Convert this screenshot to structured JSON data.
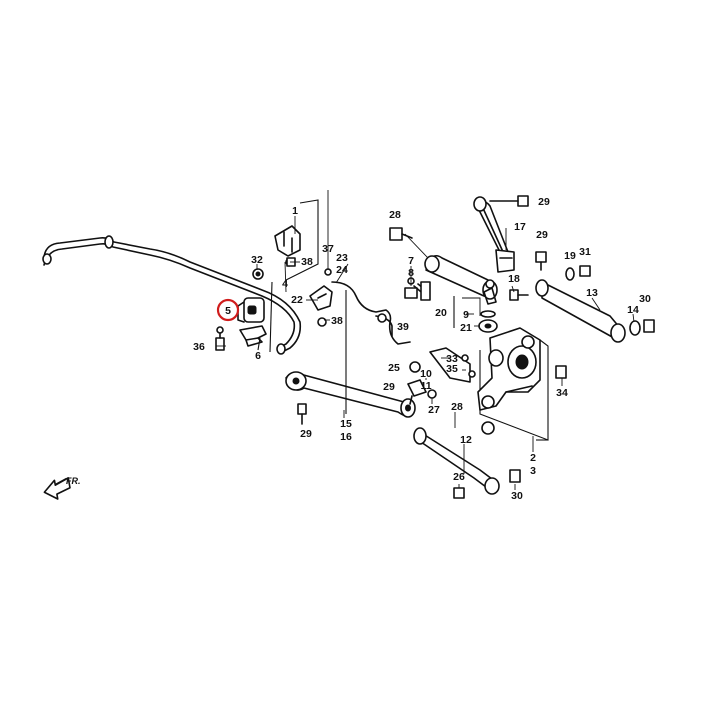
{
  "diagram": {
    "highlight_color": "#d01c1c",
    "line_color": "#111111",
    "direction_label": "FR.",
    "callouts": {
      "c1": "1",
      "c2": "2",
      "c3": "3",
      "c4": "4",
      "c5": "5",
      "c6": "6",
      "c7": "7",
      "c8": "8",
      "c9": "9",
      "c10": "10",
      "c11": "11",
      "c12": "12",
      "c13": "13",
      "c14": "14",
      "c15": "15",
      "c16": "16",
      "c17": "17",
      "c18": "18",
      "c19": "19",
      "c20": "20",
      "c21": "21",
      "c22": "22",
      "c23": "23",
      "c24": "24",
      "c25": "25",
      "c26": "26",
      "c27": "27",
      "c28a": "28",
      "c28b": "28",
      "c29a": "29",
      "c29b": "29",
      "c29c": "29",
      "c29d": "29",
      "c30a": "30",
      "c30b": "30",
      "c31": "31",
      "c32": "32",
      "c33": "33",
      "c34": "34",
      "c35": "35",
      "c36": "36",
      "c37": "37",
      "c38a": "38",
      "c38b": "38",
      "c39": "39"
    }
  }
}
